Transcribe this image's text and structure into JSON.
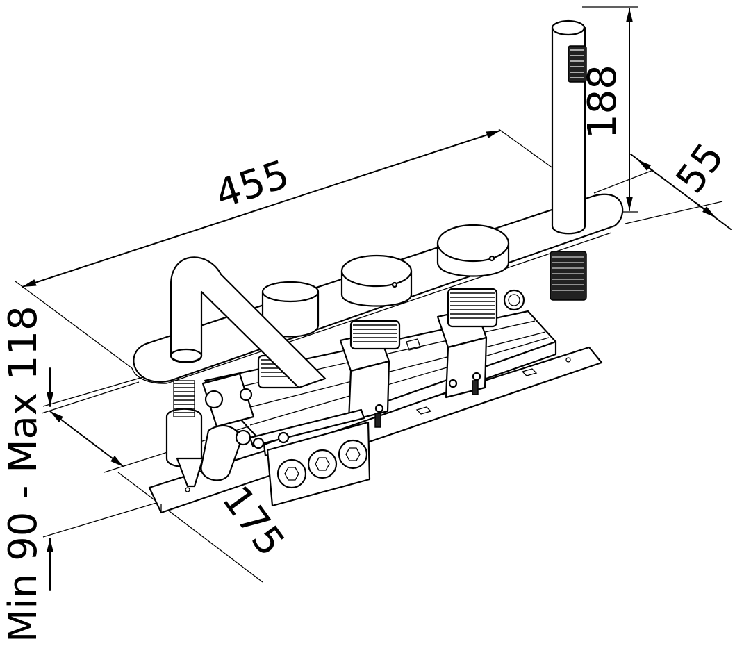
{
  "dimensions": {
    "length": "455",
    "hand_shower_height": "188",
    "plate_depth": "55",
    "body_depth": "175",
    "height_range": "Min 90 - Max 118"
  },
  "colors": {
    "line": "#000000",
    "background": "#ffffff"
  }
}
